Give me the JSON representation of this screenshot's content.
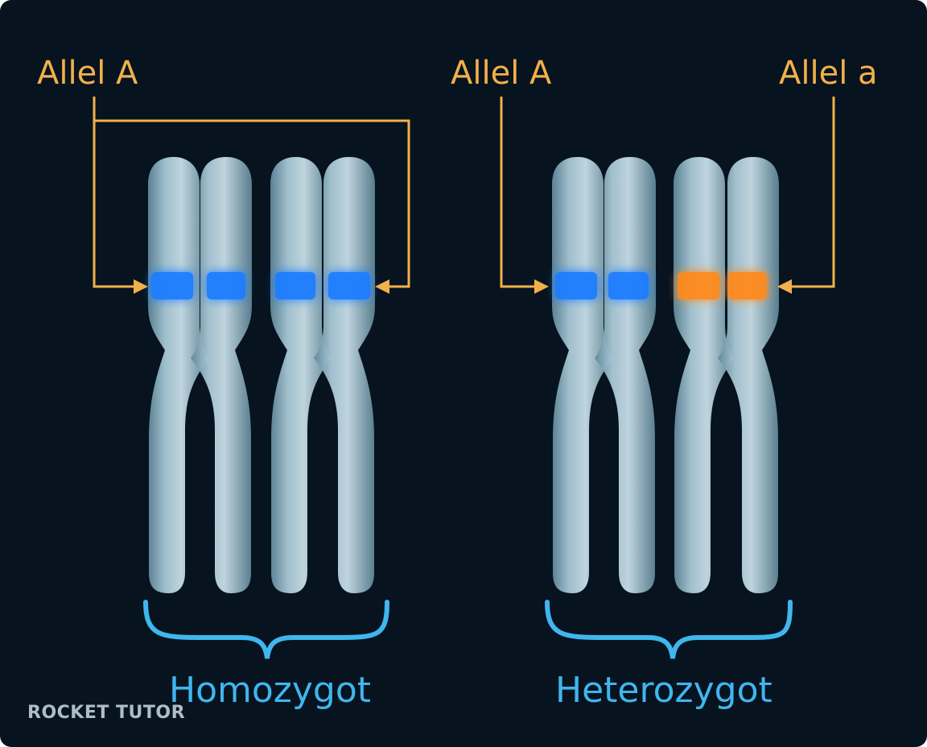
{
  "labels": {
    "homozygote_allele": "Allel A",
    "heterozygote_allele_left": "Allel A",
    "heterozygote_allele_right": "Allel a",
    "homozygote_group": "Homozygot",
    "heterozygote_group": "Heterozygot"
  },
  "brand": {
    "text": "ROCKET TUTOR"
  },
  "colors": {
    "background": "#07131f",
    "label_orange": "#f2b04a",
    "label_blue": "#3fb6ee",
    "allele_blue": "#1f7dff",
    "allele_orange": "#ff8a1c",
    "chromatid": "#8fb2c3"
  }
}
